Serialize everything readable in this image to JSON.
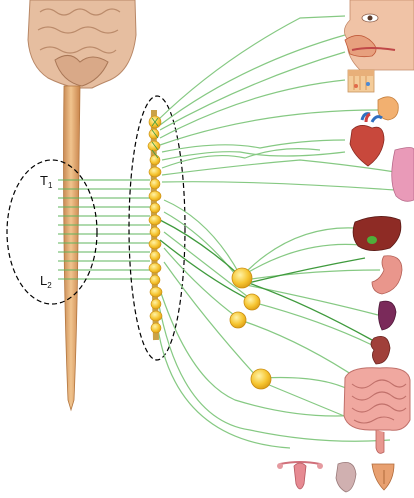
{
  "labels": {
    "top_segment": {
      "letter": "T",
      "sub": "1"
    },
    "bottom_segment": {
      "letter": "L",
      "sub": "2"
    }
  },
  "colors": {
    "nerve": "#7cc47a",
    "nerve_dark": "#3f9a3d",
    "ganglion": "#f6c531",
    "ganglion_edge": "#d99a14",
    "spinal_cord": "#e8b37c",
    "brain": "#e9c2a3",
    "highlight_outline": "#000000"
  },
  "icons": [
    "brain-icon",
    "eye-and-nose-icon",
    "skin-icon",
    "salivary-gland-icon",
    "heart-icon",
    "lung-icon",
    "liver-icon",
    "stomach-icon",
    "spleen-icon",
    "kidney-icon",
    "intestine-icon",
    "uterus-icon",
    "bladder-icon",
    "reproductive-gland-icon"
  ]
}
